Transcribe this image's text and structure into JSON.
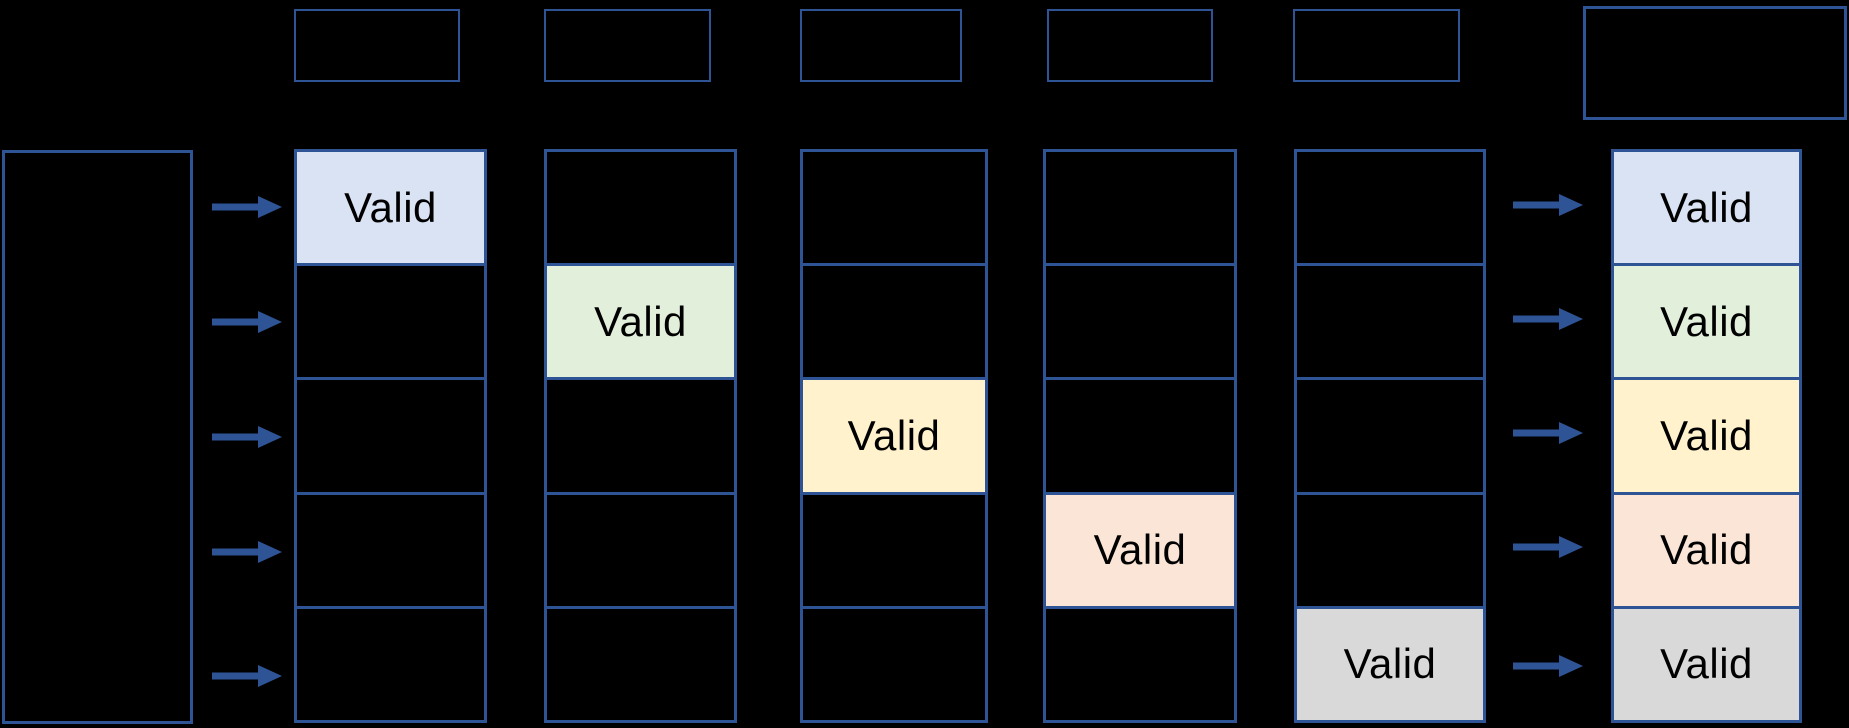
{
  "diagram": {
    "background_color": "#000000",
    "border_color": "#2F5496",
    "arrow_color": "#2F5496",
    "text_color": "#000000",
    "valid_label": "Valid",
    "palette": {
      "light_blue": "#DAE3F3",
      "light_green": "#E2EFDA",
      "light_yellow": "#FFF2CC",
      "light_peach": "#FBE5D6",
      "light_gray": "#D9D9D9"
    },
    "columns": [
      {
        "valid_row": 1,
        "valid_color": "#DAE3F3",
        "valid_label": "Valid"
      },
      {
        "valid_row": 2,
        "valid_color": "#E2EFDA",
        "valid_label": "Valid"
      },
      {
        "valid_row": 3,
        "valid_color": "#FFF2CC",
        "valid_label": "Valid"
      },
      {
        "valid_row": 4,
        "valid_color": "#FBE5D6",
        "valid_label": "Valid"
      },
      {
        "valid_row": 5,
        "valid_color": "#D9D9D9",
        "valid_label": "Valid"
      }
    ],
    "result_column": {
      "cells": [
        {
          "color": "#DAE3F3",
          "label": "Valid"
        },
        {
          "color": "#E2EFDA",
          "label": "Valid"
        },
        {
          "color": "#FFF2CC",
          "label": "Valid"
        },
        {
          "color": "#FBE5D6",
          "label": "Valid"
        },
        {
          "color": "#D9D9D9",
          "label": "Valid"
        }
      ]
    },
    "top_boxes_count": 6,
    "rows_per_column": 5,
    "left_arrows_count": 5,
    "right_arrows_count": 5
  }
}
